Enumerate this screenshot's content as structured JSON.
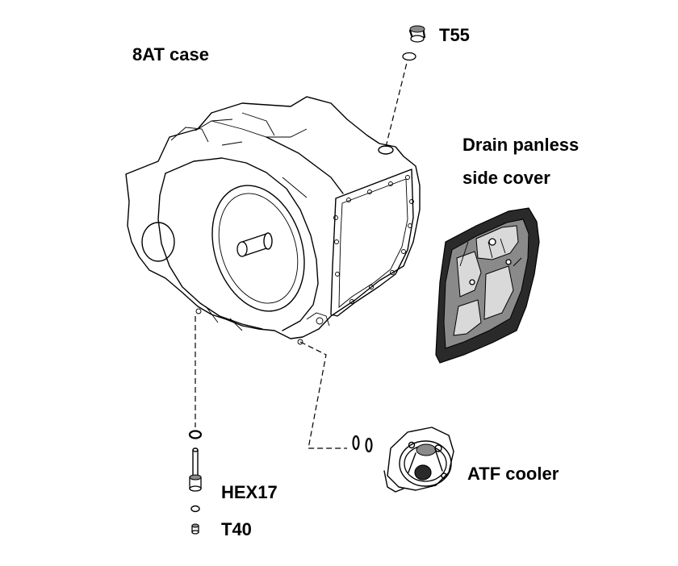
{
  "labels": {
    "case": "8AT case",
    "t55": "T55",
    "drain_line1": "Drain panless",
    "drain_line2": "side cover",
    "cooler": "ATF cooler",
    "hex17": "HEX17",
    "t40": "T40"
  }
}
